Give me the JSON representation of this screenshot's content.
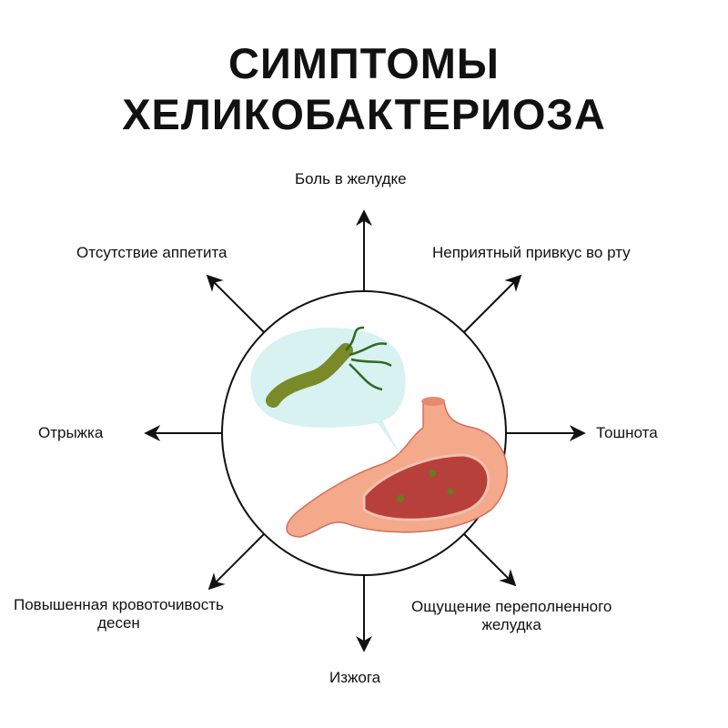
{
  "title": {
    "line1": "СИМПТОМЫ",
    "line2": "ХЕЛИКОБАКТЕРИОЗА"
  },
  "symptoms": {
    "top": "Боль в желудке",
    "top_right": "Неприятный привкус во рту",
    "right": "Тошнота",
    "bottom_right_1": "Ощущение переполненного",
    "bottom_right_2": "желудка",
    "bottom": "Изжога",
    "bottom_left_1": "Повышенная кровоточивость",
    "bottom_left_2": "десен",
    "left": "Отрыжка",
    "top_left": "Отсутствие аппетита"
  },
  "colors": {
    "stomach": "#f0a080",
    "stomach_inner": "#b8403a",
    "bubble": "#d6f0f0",
    "bacterium": "#8a9a30"
  }
}
